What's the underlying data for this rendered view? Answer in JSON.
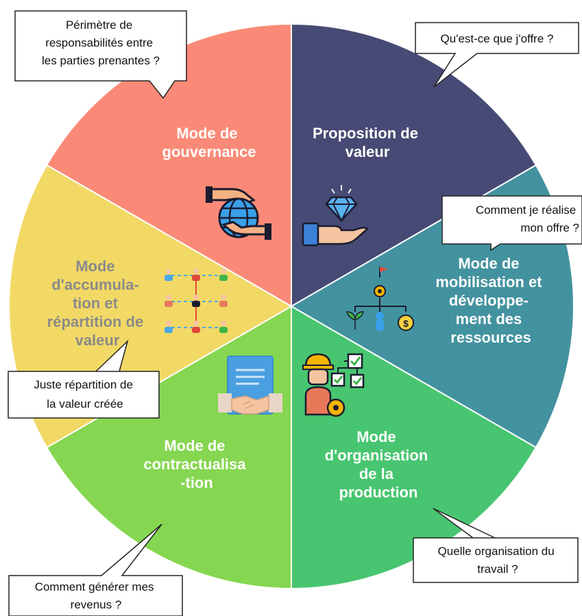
{
  "segments": [
    {
      "id": "governance",
      "title_lines": [
        "Mode de",
        "gouvernance"
      ],
      "color": "#fa8a77",
      "text_color": "#ffffff",
      "icon": "hands-globe-icon"
    },
    {
      "id": "value-proposition",
      "title_lines": [
        "Proposition de",
        "valeur"
      ],
      "color": "#474a74",
      "text_color": "#ffffff",
      "icon": "diamond-hand-icon"
    },
    {
      "id": "resources",
      "title_lines": [
        "Mode de",
        "mobilisation et",
        "développe-",
        "ment des",
        "ressources"
      ],
      "color": "#43929f",
      "text_color": "#ffffff",
      "icon": "resources-tree-icon"
    },
    {
      "id": "production",
      "title_lines": [
        "Mode",
        "d'organisation",
        "de la",
        "production"
      ],
      "color": "#48c570",
      "text_color": "#ffffff",
      "icon": "worker-checklist-icon"
    },
    {
      "id": "contracting",
      "title_lines": [
        "Mode de",
        "contractualisa",
        "-tion"
      ],
      "color": "#85d650",
      "text_color": "#ffffff",
      "icon": "contract-handshake-icon"
    },
    {
      "id": "value-accumulation",
      "title_lines": [
        "Mode",
        "d'accumula-",
        "tion et",
        "répartition de",
        "valeur"
      ],
      "color": "#f2d966",
      "text_color": "#8a8a8a",
      "icon": "people-network-icon"
    }
  ],
  "callouts": [
    {
      "id": "governance",
      "lines": [
        "Périmètre de",
        "responsabilités entre",
        "les parties prenantes ?"
      ]
    },
    {
      "id": "value-proposition",
      "lines": [
        "Qu'est-ce que j'offre ?"
      ]
    },
    {
      "id": "resources",
      "lines": [
        "Comment je réalise",
        "mon offre ?"
      ]
    },
    {
      "id": "production",
      "lines": [
        "Quelle organisation du",
        "travail ?"
      ]
    },
    {
      "id": "contracting",
      "lines": [
        "Comment générer mes",
        "revenus ?"
      ]
    },
    {
      "id": "value-accumulation",
      "lines": [
        "Juste répartition de",
        "la valeur créée"
      ]
    }
  ]
}
